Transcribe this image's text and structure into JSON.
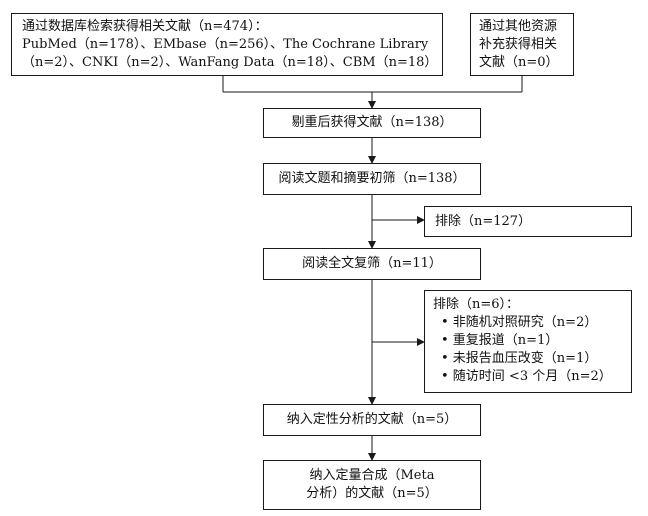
{
  "boxes": {
    "database_search": {
      "lines": [
        "通过数据库检索获得相关文献（n=474）：",
        "PubMed（n=178）、EMbase（n=256）、The Cochrane Library",
        "（n=2）、CNKI（n=2）、WanFang Data（n=18）、CBM（n=18）"
      ]
    },
    "other_sources": {
      "lines": [
        "通过其他资源",
        "补充获得相关",
        "文献（n=0）"
      ]
    },
    "after_dedup": {
      "text": "剔重后获得文献（n=138）"
    },
    "title_abstract_screen": {
      "text": "阅读文题和摘要初筛（n=138）"
    },
    "excluded_first": {
      "text": "排除（n=127）"
    },
    "fulltext_screen": {
      "text": "阅读全文复筛（n=11）"
    },
    "excluded_second": {
      "heading": "排除（n=6）：",
      "items": [
        "•  非随机对照研究（n=2）",
        "•  重复报道（n=1）",
        "•  未报告血压改变（n=1）",
        "•  随访时间 <3 个月（n=2）"
      ]
    },
    "qualitative": {
      "text": "纳入定性分析的文献（n=5）"
    },
    "quantitative": {
      "lines": [
        "纳入定量合成（Meta",
        "分析）的文献（n=5）"
      ]
    }
  }
}
